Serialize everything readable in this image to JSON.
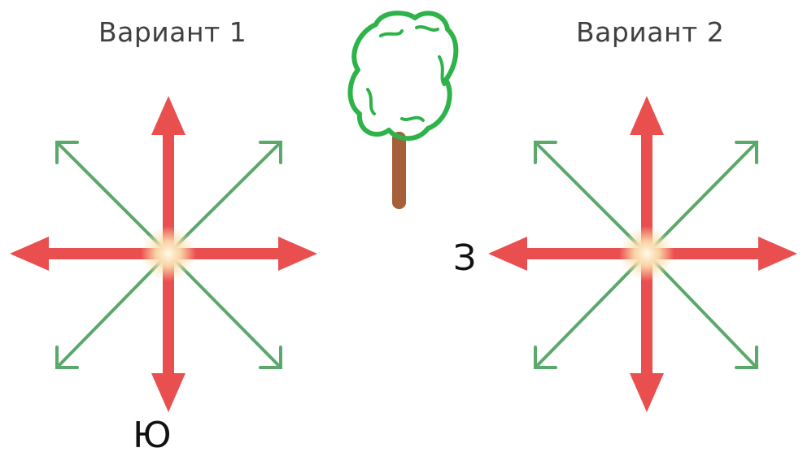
{
  "variants": [
    {
      "title": "Вариант 1",
      "marked_direction": "Ю"
    },
    {
      "title": "Вариант 2",
      "marked_direction": "З"
    }
  ],
  "colors": {
    "main_arrow": "#ea4f4f",
    "diagonal_arrow": "#5aa86a",
    "center_glow": "#fff2c8",
    "tree_crown": "#2eb34a",
    "tree_trunk": "#a5603a",
    "label_text": "#111111",
    "title_text": "#404040"
  },
  "icons": [
    "tree-icon",
    "compass-rose-icon"
  ]
}
